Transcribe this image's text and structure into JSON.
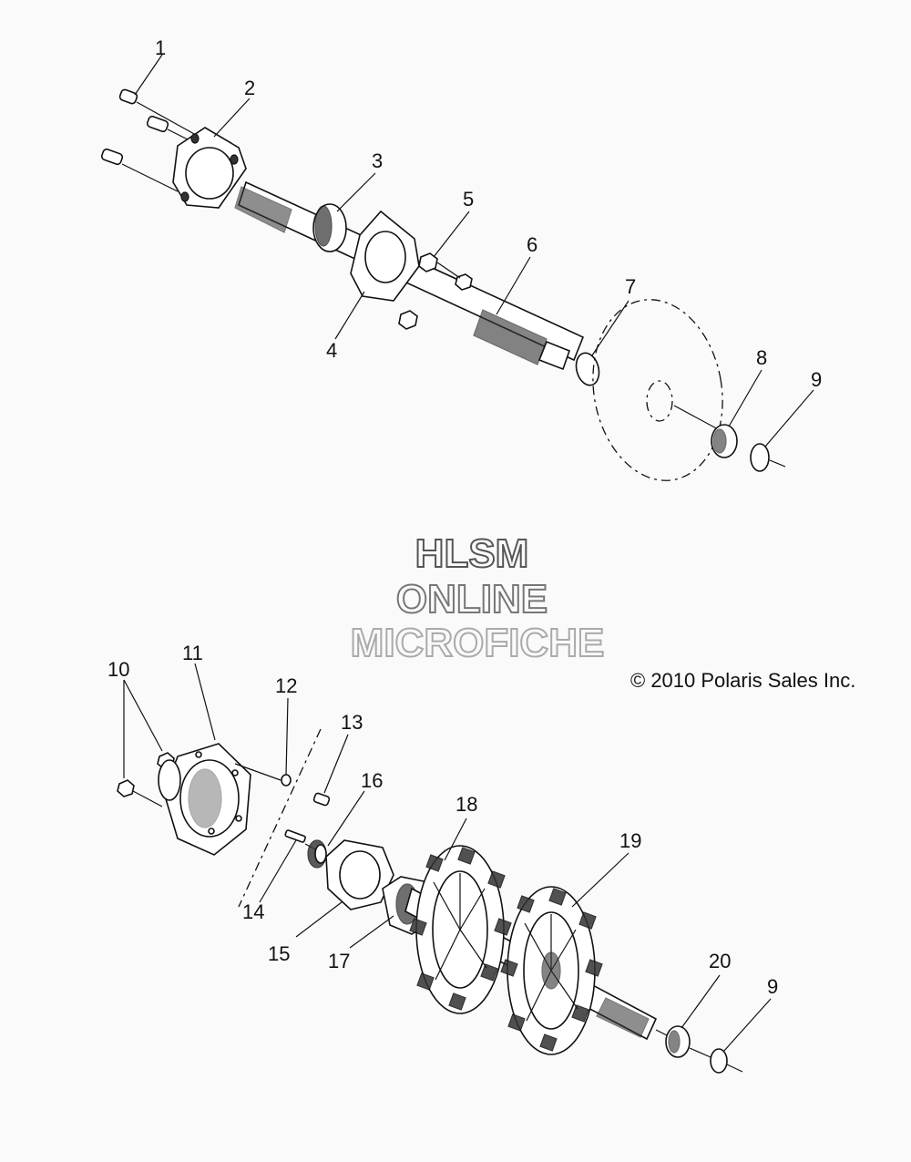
{
  "watermark": {
    "line1": "HLSM",
    "line2": "ONLINE",
    "line3": "MICROFICHE"
  },
  "copyright": "© 2010 Polaris Sales Inc.",
  "callouts": {
    "c1": "1",
    "c2": "2",
    "c3": "3",
    "c4": "4",
    "c5": "5",
    "c6": "6",
    "c7": "7",
    "c8": "8",
    "c9a": "9",
    "c10": "10",
    "c11": "11",
    "c12": "12",
    "c13": "13",
    "c14": "14",
    "c15": "15",
    "c16": "16",
    "c17": "17",
    "c18": "18",
    "c19": "19",
    "c20": "20",
    "c9b": "9"
  },
  "colors": {
    "ink": "#111111",
    "paper": "#fafafa",
    "watermark_dark": "#555555",
    "watermark_mid": "#777777",
    "watermark_light": "#aaaaaa"
  }
}
